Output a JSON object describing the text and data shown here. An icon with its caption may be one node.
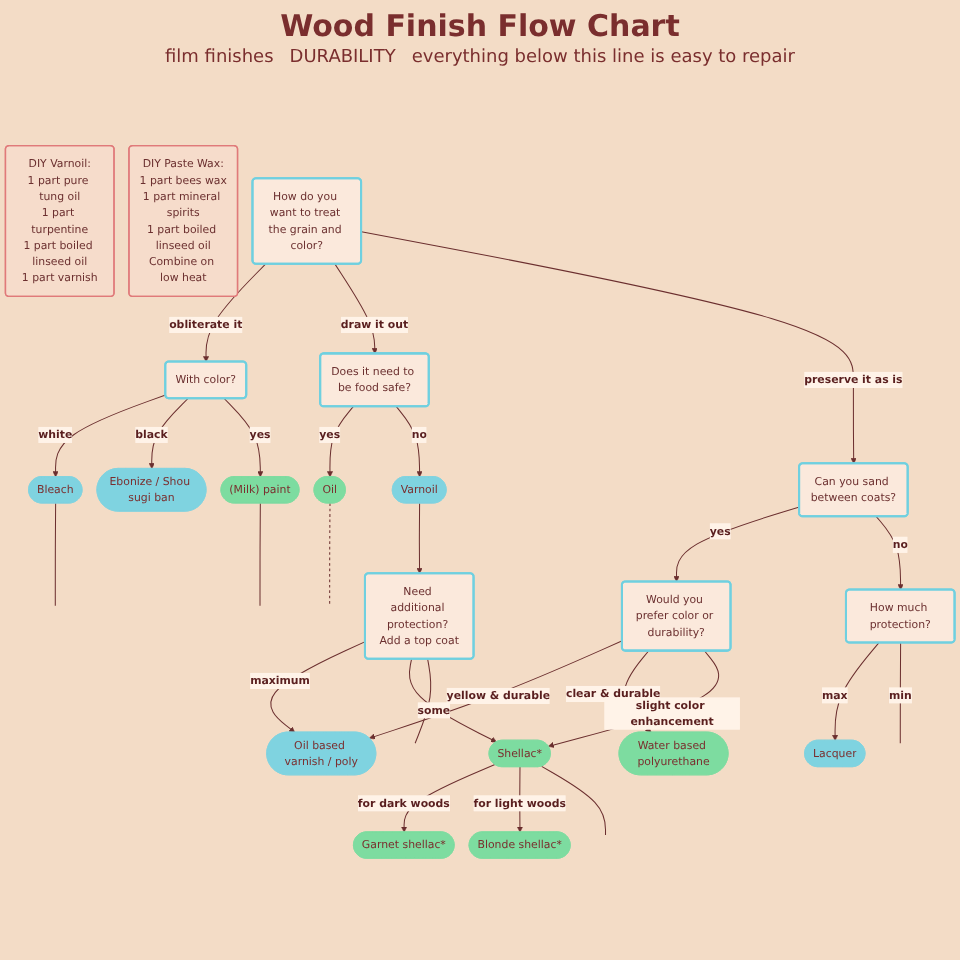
{
  "diagram": {
    "title": "Wood Finish Flow Chart",
    "nodes": [
      {
        "text": [
          "DIY Varnoil:",
          "1 part pure tung oil",
          "1 part turpentine",
          "1 part boiled linseed oil",
          "1 part varnish"
        ]
      },
      {
        "text": [
          "DIY Paste Wax:",
          "1 part bees wax",
          "1 part mineral spirits",
          "1 part boiled linseed oil",
          "Combine on low heat"
        ]
      },
      {
        "text": [
          "How do you want to treat the grain and color?"
        ]
      },
      {
        "text": [
          "With color?"
        ]
      },
      {
        "text": [
          "Can you sand between coats?"
        ]
      },
      {
        "text": [
          "Ebonize / Shou sugi ban"
        ]
      },
      {
        "text": [
          "(Milk) paint"
        ]
      },
      {
        "text": [
          "Would you prefer color or durability?"
        ]
      },
      {
        "text": [
          "How much protection?"
        ]
      },
      {
        "text": [
          "Does it need to be food safe?"
        ]
      },
      {
        "text": [
          "Oil based varnish / poly"
        ]
      },
      {
        "text": [
          "Water based polyurethane"
        ]
      },
      {
        "text": [
          "Lacquer"
        ]
      },
      {
        "text": [
          "Varnoil"
        ]
      },
      {
        "text": [
          "Need additional protection? Add a top coat"
        ]
      },
      {
        "text": [
          "Shellac*"
        ]
      },
      {
        "text": [
          "Bleach"
        ]
      },
      {
        "text": [
          "Oil"
        ]
      },
      {
        "text": [
          "Garnet shellac*"
        ]
      },
      {
        "text": [
          "Blonde shellac*"
        ]
      }
    ],
    "edges": [
      {
        "from": 2,
        "to": 3,
        "label": "obliterate it",
        "arrow": "to"
      },
      {
        "from": 2,
        "to": 9,
        "label": "draw it out",
        "arrow": "to"
      },
      {
        "from": 2,
        "to": 4,
        "label": "preserve it as is",
        "arrow": "to"
      },
      {
        "from": 3,
        "to": 16,
        "label": "white",
        "arrow": "to"
      },
      {
        "from": 3,
        "to": 5,
        "label": "black",
        "arrow": "to"
      },
      {
        "from": 3,
        "to": 6,
        "label": "yes",
        "arrow": "to"
      },
      {
        "from": 4,
        "to": 7,
        "label": "yes",
        "arrow": "to"
      },
      {
        "from": 4,
        "to": 8,
        "label": "no",
        "arrow": "to"
      },
      {
        "from": 7,
        "to": 10,
        "label": "yellow & durable",
        "arrow": "to"
      },
      {
        "from": 7,
        "to": 11,
        "label": "clear & durable",
        "arrow": "to"
      },
      {
        "from": 7,
        "to": 15,
        "label": "slight color enhancement",
        "arrow": "to"
      },
      {
        "from": 8,
        "to": 12,
        "label": "max",
        "arrow": "to"
      },
      {
        "from": 8,
        "to": null,
        "label": "min",
        "arrow": "none"
      },
      {
        "from": 9,
        "to": 17,
        "label": "yes",
        "arrow": "to"
      },
      {
        "from": 9,
        "to": 13,
        "label": "no",
        "arrow": "to"
      },
      {
        "from": 13,
        "to": 14,
        "arrow": "to"
      },
      {
        "from": 14,
        "to": 10,
        "label": "maximum",
        "arrow": "to"
      },
      {
        "from": 14,
        "to": 15,
        "label": "some",
        "arrow": "to"
      },
      {
        "from": 15,
        "to": 18,
        "label": "for dark woods",
        "arrow": "to"
      },
      {
        "from": 15,
        "to": 19,
        "label": "for light woods",
        "arrow": "to"
      },
      {
        "from": 6,
        "to": null,
        "arrow": "none"
      },
      {
        "from": 16,
        "to": null,
        "arrow": "none"
      },
      {
        "from": 17,
        "to": null,
        "arrow": "none",
        "style": "dashed"
      },
      {
        "from": 14,
        "to": null,
        "arrow": "none"
      },
      {
        "from": 15,
        "to": null,
        "arrow": "none"
      }
    ],
    "labels": [
      "film finishes",
      "DURABILITY",
      "everything below this line is easy to repair"
    ]
  }
}
